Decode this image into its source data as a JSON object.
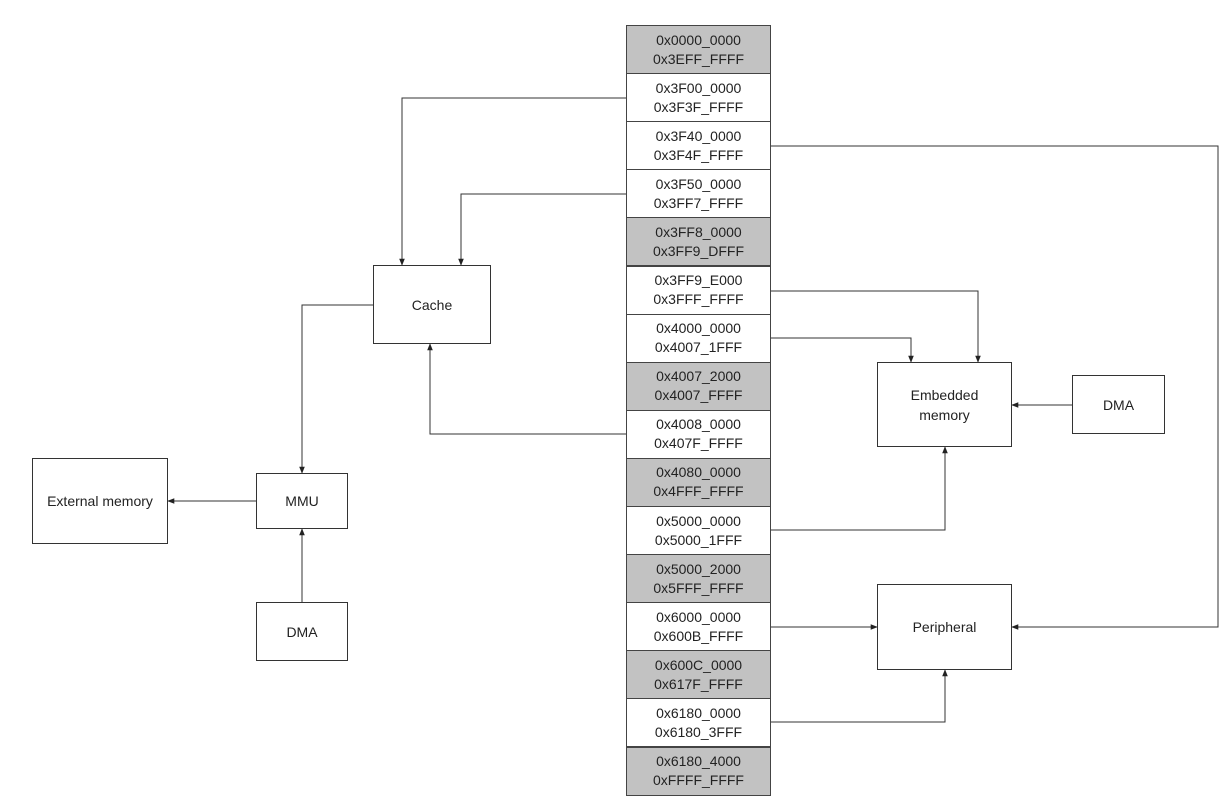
{
  "colors": {
    "shaded": "#c2c2c2",
    "plain": "#ffffff",
    "line": "#333333"
  },
  "regions": [
    {
      "start": "0x0000_0000",
      "end": "0x3EFF_FFFF",
      "shaded": true
    },
    {
      "start": "0x3F00_0000",
      "end": "0x3F3F_FFFF",
      "shaded": false
    },
    {
      "start": "0x3F40_0000",
      "end": "0x3F4F_FFFF",
      "shaded": false
    },
    {
      "start": "0x3F50_0000",
      "end": "0x3FF7_FFFF",
      "shaded": false
    },
    {
      "start": "0x3FF8_0000",
      "end": "0x3FF9_DFFF",
      "shaded": true
    },
    {
      "start": "0x3FF9_E000",
      "end": "0x3FFF_FFFF",
      "shaded": false
    },
    {
      "start": "0x4000_0000",
      "end": "0x4007_1FFF",
      "shaded": false
    },
    {
      "start": "0x4007_2000",
      "end": "0x4007_FFFF",
      "shaded": true
    },
    {
      "start": "0x4008_0000",
      "end": "0x407F_FFFF",
      "shaded": false
    },
    {
      "start": "0x4080_0000",
      "end": "0x4FFF_FFFF",
      "shaded": true
    },
    {
      "start": "0x5000_0000",
      "end": "0x5000_1FFF",
      "shaded": false
    },
    {
      "start": "0x5000_2000",
      "end": "0x5FFF_FFFF",
      "shaded": true
    },
    {
      "start": "0x6000_0000",
      "end": "0x600B_FFFF",
      "shaded": false
    },
    {
      "start": "0x600C_0000",
      "end": "0x617F_FFFF",
      "shaded": true
    },
    {
      "start": "0x6180_0000",
      "end": "0x6180_3FFF",
      "shaded": false
    },
    {
      "start": "0x6180_4000",
      "end": "0xFFFF_FFFF",
      "shaded": true
    }
  ],
  "blocks": {
    "cache": "Cache",
    "mmu": "MMU",
    "external_memory": "External memory",
    "dma_left": "DMA",
    "embedded_memory": "Embedded\nmemory",
    "dma_right": "DMA",
    "peripheral": "Peripheral"
  }
}
